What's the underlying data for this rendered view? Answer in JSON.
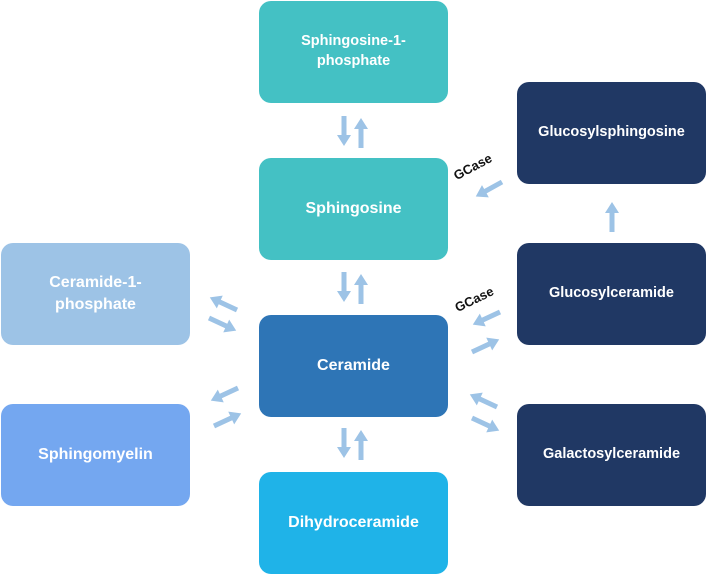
{
  "colors": {
    "teal": "#44c1c4",
    "light_blue": "#9dc3e6",
    "mid_blue": "#2e75b6",
    "periwinkle": "#74a7f0",
    "sky_blue": "#1fb3e8",
    "navy": "#203864",
    "arrow": "#9dc3e6"
  },
  "nodes": {
    "s1p": "Sphingosine-1-phosphate",
    "sphingosine": "Sphingosine",
    "ceramide": "Ceramide",
    "dihydroceramide": "Dihydroceramide",
    "c1p": "Ceramide-1-phosphate",
    "sphingomyelin": "Sphingomyelin",
    "glucosylsphingosine": "Glucosylsphingosine",
    "glucosylceramide": "Glucosylceramide",
    "galactosylceramide": "Galactosylceramide"
  },
  "enzymes": {
    "upper": "GCase",
    "lower": "GCase"
  }
}
